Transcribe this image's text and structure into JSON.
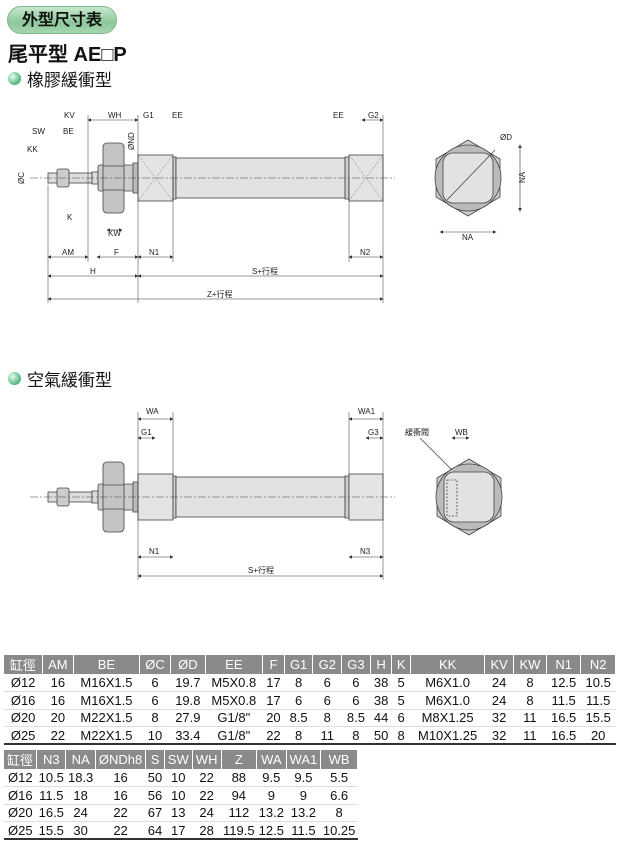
{
  "header": {
    "badge": "外型尺寸表",
    "title": "尾平型 AE□P"
  },
  "sections": [
    {
      "title": "橡膠緩衝型"
    },
    {
      "title": "空氣緩衝型"
    }
  ],
  "diagram1": {
    "labels": {
      "kv": "KV",
      "wh": "WH",
      "g1": "G1",
      "ee": "EE",
      "ee2": "EE",
      "g2": "G2",
      "sw": "SW",
      "be": "BE",
      "kk": "KK",
      "nd": "ØND",
      "c": "ØC",
      "k": "K",
      "kw": "KW",
      "am": "AM",
      "f": "F",
      "n1": "N1",
      "n2": "N2",
      "h": "H",
      "s": "S+行程",
      "z": "Z+行程",
      "d": "ØD",
      "na": "NA",
      "na2": "NA"
    }
  },
  "diagram2": {
    "labels": {
      "wa": "WA",
      "g1": "G1",
      "wa1": "WA1",
      "g3": "G3",
      "valve": "緩衝閥",
      "wb": "WB",
      "n1": "N1",
      "n3": "N3",
      "s": "S+行程"
    }
  },
  "table1": {
    "headers": [
      "缸徑",
      "AM",
      "BE",
      "ØC",
      "ØD",
      "EE",
      "F",
      "G1",
      "G2",
      "G3",
      "H",
      "K",
      "KK",
      "KV",
      "KW",
      "N1",
      "N2"
    ],
    "rows": [
      [
        "Ø12",
        "16",
        "M16X1.5",
        "6",
        "19.7",
        "M5X0.8",
        "17",
        "8",
        "6",
        "6",
        "38",
        "5",
        "M6X1.0",
        "24",
        "8",
        "12.5",
        "10.5"
      ],
      [
        "Ø16",
        "16",
        "M16X1.5",
        "6",
        "19.8",
        "M5X0.8",
        "17",
        "6",
        "6",
        "6",
        "38",
        "5",
        "M6X1.0",
        "24",
        "8",
        "11.5",
        "11.5"
      ],
      [
        "Ø20",
        "20",
        "M22X1.5",
        "8",
        "27.9",
        "G1/8\"",
        "20",
        "8.5",
        "8",
        "8.5",
        "44",
        "6",
        "M8X1.25",
        "32",
        "11",
        "16.5",
        "15.5"
      ],
      [
        "Ø25",
        "22",
        "M22X1.5",
        "10",
        "33.4",
        "G1/8\"",
        "22",
        "8",
        "11",
        "8",
        "50",
        "8",
        "M10X1.25",
        "32",
        "11",
        "16.5",
        "20"
      ]
    ]
  },
  "table2": {
    "headers": [
      "缸徑",
      "N3",
      "NA",
      "ØNDh8",
      "S",
      "SW",
      "WH",
      "Z",
      "WA",
      "WA1",
      "WB"
    ],
    "rows": [
      [
        "Ø12",
        "10.5",
        "18.3",
        "16",
        "50",
        "10",
        "22",
        "88",
        "9.5",
        "9.5",
        "5.5"
      ],
      [
        "Ø16",
        "11.5",
        "18",
        "16",
        "56",
        "10",
        "22",
        "94",
        "9",
        "9",
        "6.6"
      ],
      [
        "Ø20",
        "16.5",
        "24",
        "22",
        "67",
        "13",
        "24",
        "112",
        "13.2",
        "13.2",
        "8"
      ],
      [
        "Ø25",
        "15.5",
        "30",
        "22",
        "64",
        "17",
        "28",
        "119.5",
        "12.5",
        "11.5",
        "10.25"
      ]
    ]
  }
}
